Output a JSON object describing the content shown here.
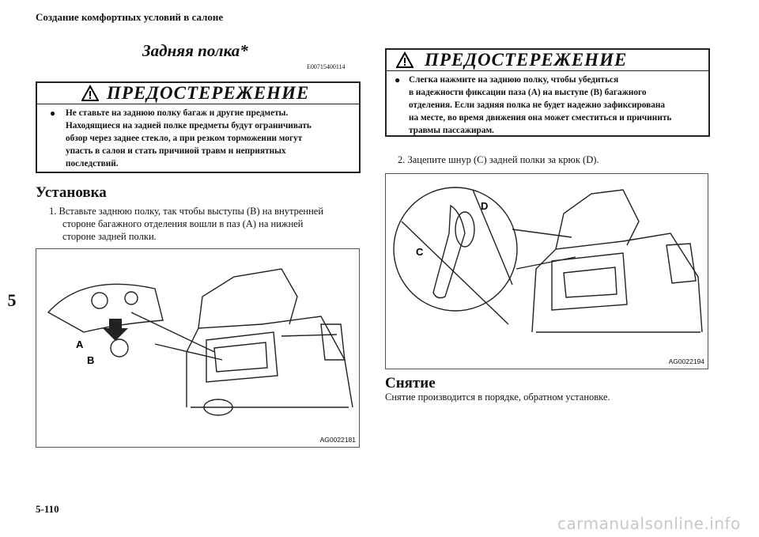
{
  "header": {
    "running_title": "Создание комфортных условий в салоне"
  },
  "section": {
    "title": "Задняя полка*",
    "code": "E00715400114"
  },
  "chapter_tab": "5",
  "page_number": "5-110",
  "warning_left": {
    "title": "ПРЕДОСТЕРЕЖЕНИЕ",
    "bullet": "●",
    "lines": [
      "Не ставьте на заднюю полку багаж и другие предметы.",
      "Находящиеся на задней полке предметы будут ограничивать",
      "обзор через заднее стекло, а при резком торможении могут",
      "упасть в салон и стать причиной травм и неприятных",
      "последствий."
    ]
  },
  "install": {
    "heading": "Установка",
    "step1_lines": [
      "1.  Вставьте заднюю полку, так чтобы выступы (B) на внутренней",
      "стороне багажного отделения вошли в паз (A) на нижней",
      "стороне задней полки."
    ]
  },
  "figure1": {
    "code": "AG0022181",
    "labels": {
      "a": "A",
      "b": "B"
    }
  },
  "warning_right": {
    "title": "ПРЕДОСТЕРЕЖЕНИЕ",
    "bullet": "●",
    "lines": [
      "Слегка нажмите на заднюю полку, чтобы убедиться",
      "в надежности фиксации паза (A) на выступе (B) багажного",
      "отделения. Если задняя полка не будет надежно зафиксирована",
      "на месте, во время движения она может сместиться и причинить",
      "травмы пассажирам."
    ]
  },
  "step2": "2.  Зацепите шнур (C) задней полки за крюк (D).",
  "figure2": {
    "code": "AG0022194",
    "labels": {
      "c": "C",
      "d": "D"
    }
  },
  "removal": {
    "heading": "Снятие",
    "text": "Снятие производится в порядке, обратном установке."
  },
  "watermark": "carmanualsonline.info"
}
